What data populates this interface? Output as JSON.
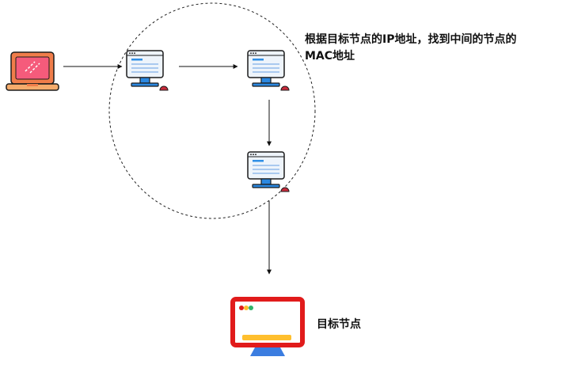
{
  "annotation": {
    "line1": "根据目标节点的IP地址，找到中间的节点的",
    "line2": "MAC地址"
  },
  "target_label": "目标节点",
  "colors": {
    "laptop_body": "#f07d4a",
    "laptop_screen": "#f55b7b",
    "laptop_base": "#f6ac6c",
    "monitor_screen": "#eef4fb",
    "monitor_accent": "#2f8fe6",
    "monitor_stand": "#2b88e0",
    "mouse": "#c92b3b",
    "target_frame": "#e11b1b",
    "target_stand": "#3b7de0",
    "target_keyboard": "#ffbf2e",
    "outline": "#1b1b1b"
  },
  "icons": [
    "laptop-icon",
    "monitor-icon",
    "mouse-icon",
    "target-monitor-icon"
  ]
}
